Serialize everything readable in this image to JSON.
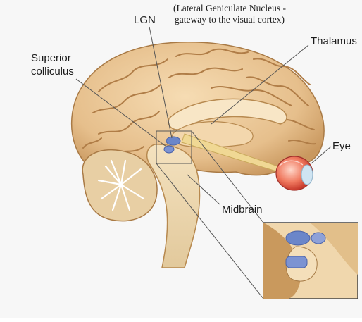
{
  "labels": {
    "lgn": "LGN",
    "lgn_note_line1": "(Lateral Geniculate Nucleus -",
    "lgn_note_line2": "gateway to the visual cortex)",
    "thalamus": "Thalamus",
    "superior_colliculus_line1": "Superior",
    "superior_colliculus_line2": "colliculus",
    "eye": "Eye",
    "midbrain": "Midbrain"
  },
  "colors": {
    "brain_tissue": "#e9c79a",
    "cortex_shadow": "#c9985f",
    "cerebellum": "#e8cfa4",
    "brainstem": "#f2dfb9",
    "lgn_highlight": "#6b86c9",
    "superior_colliculus_highlight": "#7c93d2",
    "eye_red": "#d94b3c",
    "optic_nerve": "#f0d894",
    "leader_line": "#555555"
  }
}
